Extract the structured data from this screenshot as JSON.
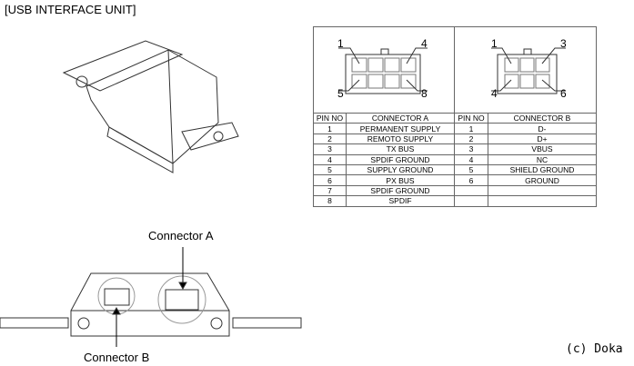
{
  "title": "[USB INTERFACE UNIT]",
  "credit": "(c) Doka",
  "labels": {
    "connector_a": "Connector A",
    "connector_b": "Connector B"
  },
  "connector_a_diagram": {
    "pins": [
      "1",
      "4",
      "5",
      "8"
    ]
  },
  "connector_b_diagram": {
    "pins": [
      "1",
      "3",
      "4",
      "6"
    ]
  },
  "table": {
    "headers": [
      "PIN NO",
      "CONNECTOR A",
      "PIN NO",
      "CONNECTOR B"
    ],
    "rows": [
      [
        "1",
        "PERMANENT SUPPLY",
        "1",
        "D-"
      ],
      [
        "2",
        "REMOTO SUPPLY",
        "2",
        "D+"
      ],
      [
        "3",
        "TX BUS",
        "3",
        "VBUS"
      ],
      [
        "4",
        "SPDIF GROUND",
        "4",
        "NC"
      ],
      [
        "5",
        "SUPPLY GROUND",
        "5",
        "SHIELD GROUND"
      ],
      [
        "6",
        "PX BUS",
        "6",
        "GROUND"
      ],
      [
        "7",
        "SPDIF GROUND",
        "",
        ""
      ],
      [
        "8",
        "SPDIF",
        "",
        ""
      ]
    ]
  }
}
